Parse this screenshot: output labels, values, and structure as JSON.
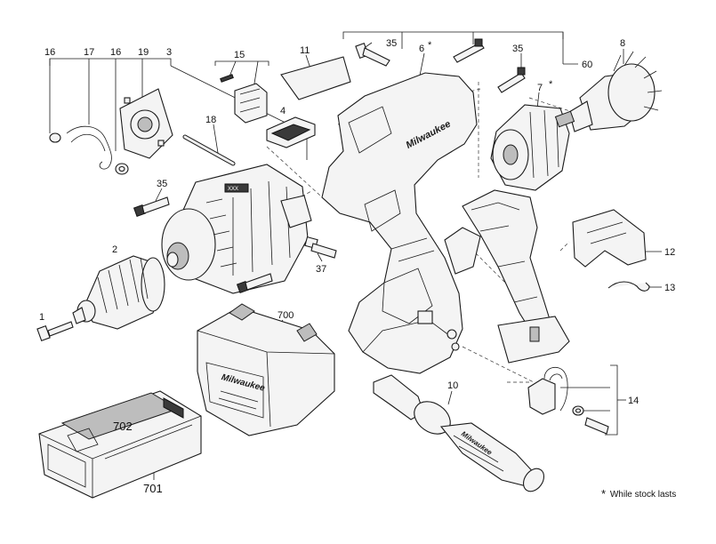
{
  "callouts": {
    "c1": "1",
    "c2": "2",
    "c3": "3",
    "c4": "4",
    "c6": "6",
    "c7": "7",
    "c8": "8",
    "c10": "10",
    "c11": "11",
    "c12": "12",
    "c13": "13",
    "c14": "14",
    "c15": "15",
    "c16a": "16",
    "c16b": "16",
    "c17": "17",
    "c18": "18",
    "c19": "19",
    "c35a": "35",
    "c35b": "35",
    "c35c": "35",
    "c37": "37",
    "c60": "60",
    "c700": "700",
    "c701": "701",
    "c702": "702",
    "star6": "*",
    "star7": "*"
  },
  "brand_mark": "Milwaukee",
  "footnote": {
    "star": "*",
    "text": "While stock lasts"
  }
}
